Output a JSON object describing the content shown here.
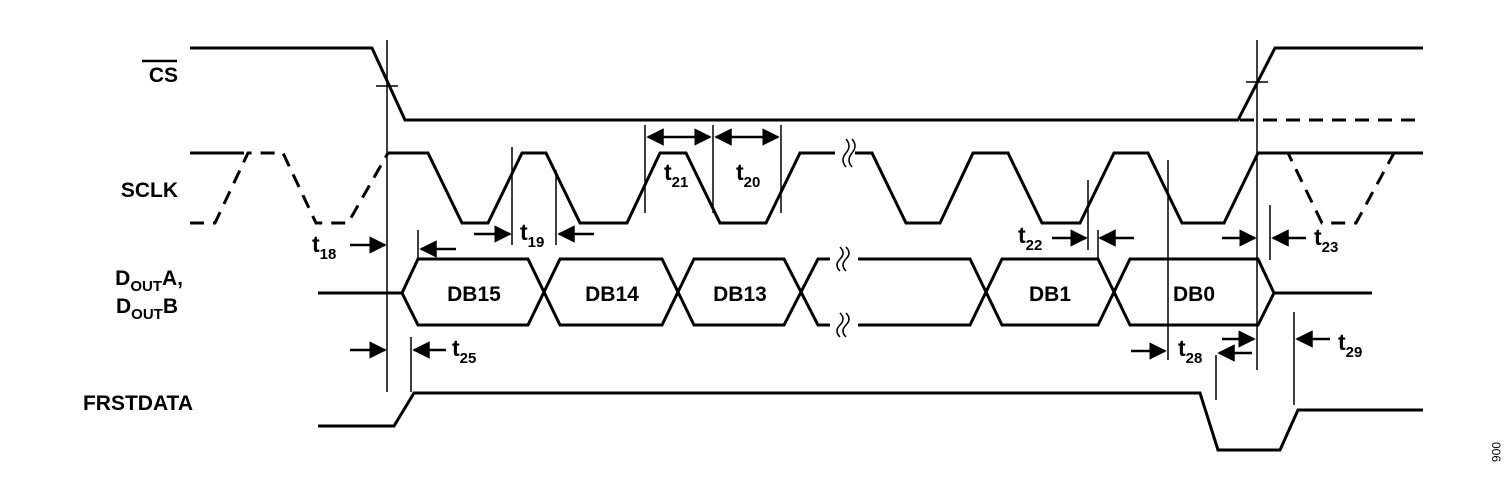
{
  "signals": {
    "cs": "CS",
    "sclk": "SCLK",
    "dout_a": {
      "main": "D",
      "sub": "OUT",
      "suffix": "A,"
    },
    "dout_b": {
      "main": "D",
      "sub": "OUT",
      "suffix": "B"
    },
    "frstdata": "FRSTDATA"
  },
  "data_bits": [
    "DB15",
    "DB14",
    "DB13",
    "DB1",
    "DB0"
  ],
  "timing": {
    "t18": {
      "main": "t",
      "sub": "18"
    },
    "t19": {
      "main": "t",
      "sub": "19"
    },
    "t20": {
      "main": "t",
      "sub": "20"
    },
    "t21": {
      "main": "t",
      "sub": "21"
    },
    "t22": {
      "main": "t",
      "sub": "22"
    },
    "t23": {
      "main": "t",
      "sub": "23"
    },
    "t25": {
      "main": "t",
      "sub": "25"
    },
    "t28": {
      "main": "t",
      "sub": "28"
    },
    "t29": {
      "main": "t",
      "sub": "29"
    }
  },
  "figure_id": "006"
}
